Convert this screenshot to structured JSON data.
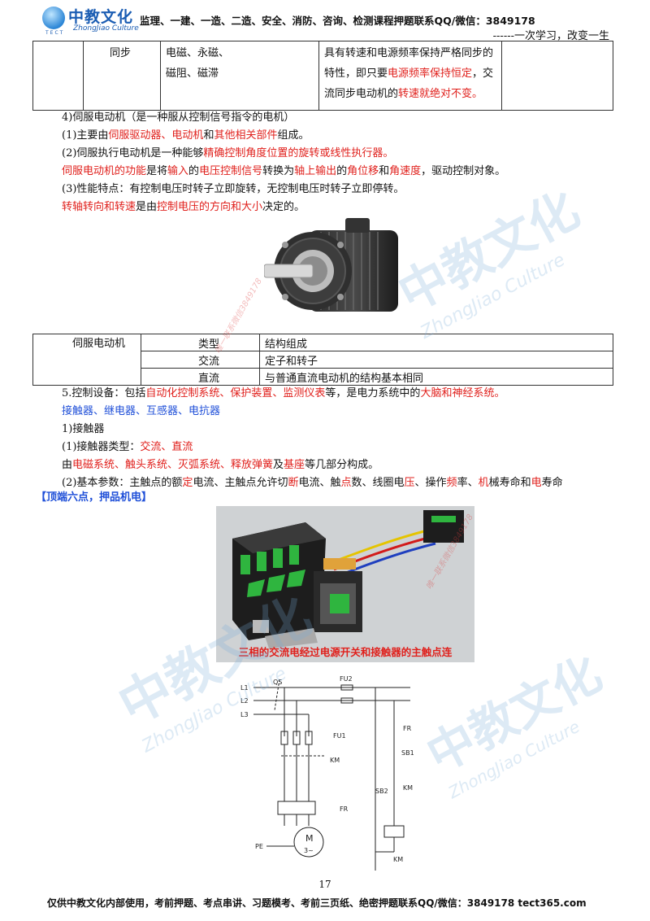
{
  "header": {
    "logo_cn": "中教文化",
    "logo_en": "ZhongJiao Culture",
    "logo_tect": "TECT",
    "text": "监理、一建、一造、二造、安全、消防、咨询、检测课程押题联系QQ/微信：3849178",
    "slogan": "------一次学习，改变一生"
  },
  "table1": {
    "c1": "同步",
    "c2a": "电磁、永磁、",
    "c2b": "磁阻、磁滞",
    "c3": {
      "p1": "具有转速和电源频率保持严格同步的特性，即只要",
      "p2": "电源频率保持恒定",
      "p3": "，交流同步电动机的",
      "p4": "转速就绝对不变。"
    }
  },
  "servo": {
    "heading": "4)伺服电动机（是一种服从控制信号指令的电机）",
    "l1": {
      "a": "(1)主要由",
      "b": "伺服驱动器、电动机",
      "c": "和",
      "d": "其他相关部件",
      "e": "组成。"
    },
    "l2": {
      "a": "(2)伺服执行电动机是一种能够",
      "b": "精确控制角度位置的旋转或线性执行器。"
    },
    "l3": {
      "a": "伺服电动机的功能",
      "b": "是将",
      "c": "输入",
      "d": "的",
      "e": "电压控制信号",
      "f": "转换为",
      "g": "轴上输出",
      "h": "的",
      "i": "角位移",
      "j": "和",
      "k": "角速度",
      "l": "，驱动控制对象。"
    },
    "l4": "(3)性能特点：有控制电压时转子立即旋转，无控制电压时转子立即停转。",
    "l5": {
      "a": "转轴转向和转速",
      "b": "是由",
      "c": "控制电压的方向和大小",
      "d": "决定的。"
    }
  },
  "table2": {
    "name": "伺服电动机",
    "h1": "类型",
    "h2": "结构组成",
    "r1a": "交流",
    "r1b": "定子和转子",
    "r2a": "直流",
    "r2b": "与普通直流电动机的结构基本相同"
  },
  "control": {
    "l1": {
      "a": "5.控制设备：包括",
      "b": "自动化控制系统、保护装置、监测仪表",
      "c": "等，是电力系统中的",
      "d": "大脑和神经系统。"
    },
    "l2": "接触器、继电器、互感器、电抗器",
    "l3": "1)接触器",
    "l4": {
      "a": "(1)接触器类型：",
      "b": "交流、直流"
    },
    "l5": {
      "a": "由",
      "b": "电磁系统、触头系统、灭弧系统、释放弹簧",
      "c": "及",
      "d": "基座",
      "e": "等几部分构成。"
    },
    "l6": {
      "a": "(2)基本参数：主触点的额",
      "b": "定",
      "c": "电流、主触点允许切",
      "d": "断",
      "e": "电流、触",
      "f": "点",
      "g": "数、线圈电",
      "h": "压",
      "i": "、操作",
      "j": "频",
      "k": "率、",
      "l": "机",
      "m": "械寿命和",
      "n": "电",
      "o": "寿命"
    },
    "l7": "【顶端六点，押品机电】",
    "caption": "三相的交流电经过电源开关和接触器的主触点连"
  },
  "circuit": {
    "L1": "L1",
    "L2": "L2",
    "L3": "L3",
    "QS": "QS",
    "FU2": "FU2",
    "FU1": "FU1",
    "KM": "KM",
    "FR": "FR",
    "SB1": "SB1",
    "SB2": "SB2",
    "PE": "PE",
    "M": "M",
    "M3": "3~"
  },
  "watermark": {
    "cn": "中教文化",
    "en": "ZhongJiao Culture",
    "contact": "唯一联系微信3849178"
  },
  "footer": {
    "page": "17",
    "text": "仅供中教文化内部使用，考前押题、考点串讲、习题模考、考前三页纸、绝密押题联系QQ/微信：3849178  tect365.com"
  }
}
